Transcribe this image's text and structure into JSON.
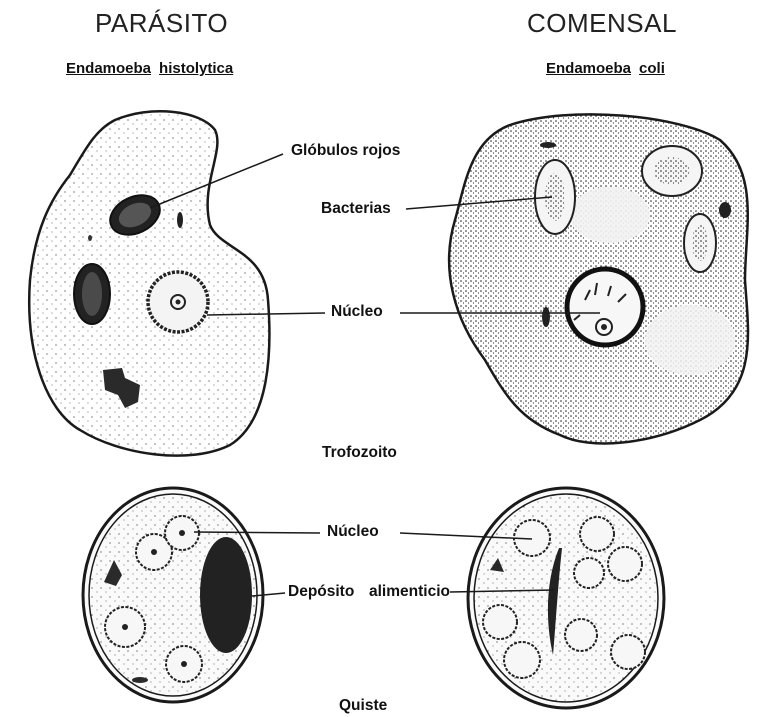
{
  "columns": {
    "left": {
      "title": "PARÁSITO",
      "species_genus": "Endamoeba",
      "species_name": "histolytica"
    },
    "right": {
      "title": "COMENSAL",
      "species_genus": "Endamoeba",
      "species_name": "coli"
    }
  },
  "labels": {
    "globulos": "Glóbulos rojos",
    "bacterias": "Bacterias",
    "nucleo_top": "Núcleo",
    "trofozoito": "Trofozoito",
    "nucleo_bottom": "Núcleo",
    "deposito_1": "Depósito",
    "deposito_2": "alimenticio",
    "quiste": "Quiste"
  },
  "colors": {
    "ink": "#1a1a1a",
    "cell_fill": "#fafafa"
  }
}
